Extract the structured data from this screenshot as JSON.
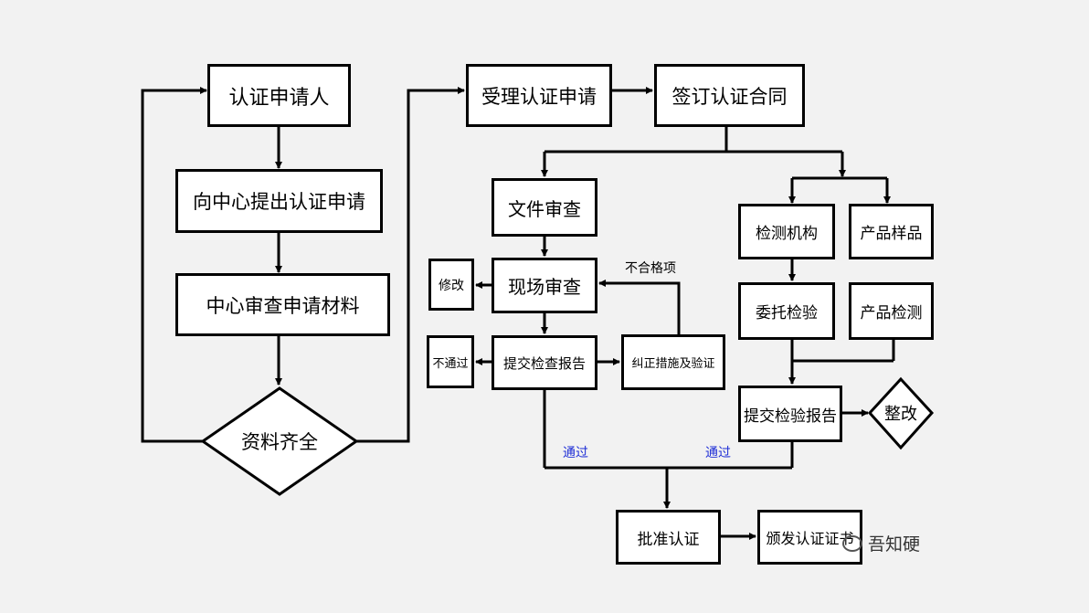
{
  "nodes": {
    "applicant": "认证申请人",
    "submit_application": "向中心提出认证申请",
    "review_materials": "中心审查申请材料",
    "materials_complete": "资料齐全",
    "accept_application": "受理认证申请",
    "sign_contract": "签订认证合同",
    "document_review": "文件审查",
    "onsite_review": "现场审查",
    "modify": "修改",
    "submit_inspection_report": "提交检查报告",
    "fail": "不通过",
    "corrective_verification": "纠正措施及验证",
    "testing_agency": "检测机构",
    "product_sample": "产品样品",
    "commissioned_test": "委托检验",
    "product_test": "产品检测",
    "submit_test_report": "提交检验报告",
    "rectify": "整改",
    "approve_certification": "批准认证",
    "issue_certificate": "颁发认证证书"
  },
  "edge_labels": {
    "nonconformity": "不合格项",
    "pass_left": "通过",
    "pass_right": "通过"
  },
  "watermark": "吾知硬",
  "colors": {
    "background": "#f2f2f2",
    "box_fill": "#ffffff",
    "stroke": "#000000",
    "pass_label": "#1f2fd6"
  }
}
